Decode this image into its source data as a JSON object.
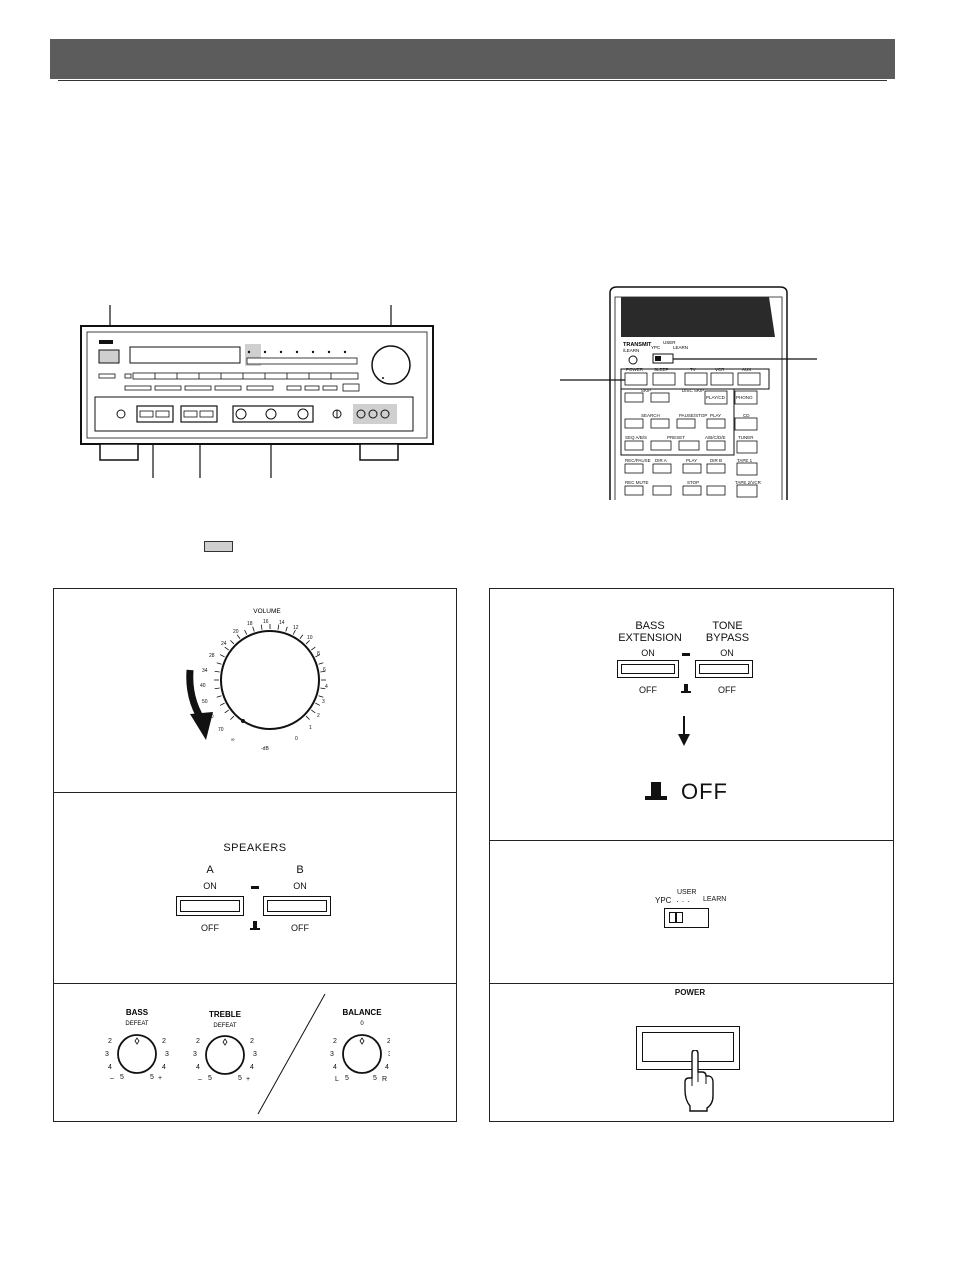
{
  "remote": {
    "brand": "TRANSMIT",
    "sub": "/LEARN",
    "mode_labels": {
      "ypc": "YPC",
      "user": "USER",
      "learn": "LEARN"
    },
    "rows": [
      [
        "POWER",
        "SLEEP",
        "TV",
        "VCR",
        "AUX"
      ],
      [
        "SKIP",
        "",
        "DISC SKIP",
        "PLAY/CD",
        "PHONO"
      ],
      [
        "SEARCH",
        "",
        "PAUSE/STOP",
        "PLAY",
        "CD"
      ],
      [
        "SEQ A/B/S",
        "PRESET",
        "A/B/C/D/E",
        "TUNER"
      ],
      [
        "REC/PAUSE",
        "DIR A",
        "PLAY",
        "DIR B",
        "TAPE 1"
      ],
      [
        "REC MUTE",
        "",
        "STOP",
        "",
        "TAPE 2/VCR"
      ]
    ]
  },
  "volume": {
    "title": "VOLUME",
    "unit": "-dB",
    "ticks_left": [
      "20",
      "24",
      "28",
      "34",
      "40",
      "50",
      "60",
      "70",
      "∞"
    ],
    "ticks_right": [
      "18",
      "16",
      "14",
      "12",
      "10",
      "8",
      "6",
      "4",
      "3",
      "2",
      "1",
      "0"
    ]
  },
  "speakers": {
    "title": "SPEAKERS",
    "a_label": "A",
    "b_label": "B",
    "on": "ON",
    "off": "OFF"
  },
  "tone": {
    "bass_label": "BASS",
    "treble_label": "TREBLE",
    "balance_label": "BALANCE",
    "defeat": "DEFEAT",
    "zero": "0",
    "scale_left": [
      "2",
      "3",
      "4",
      "5"
    ],
    "minus": "–",
    "plus": "+",
    "l": "L",
    "r": "R"
  },
  "bass_ext": {
    "title1": "BASS",
    "title2": "EXTENSION",
    "title3": "TONE",
    "title4": "BYPASS",
    "on": "ON",
    "off": "OFF",
    "result": "OFF"
  },
  "mode_switch": {
    "ypc": "YPC",
    "user": "USER",
    "learn": "LEARN"
  },
  "power": {
    "label": "POWER"
  }
}
